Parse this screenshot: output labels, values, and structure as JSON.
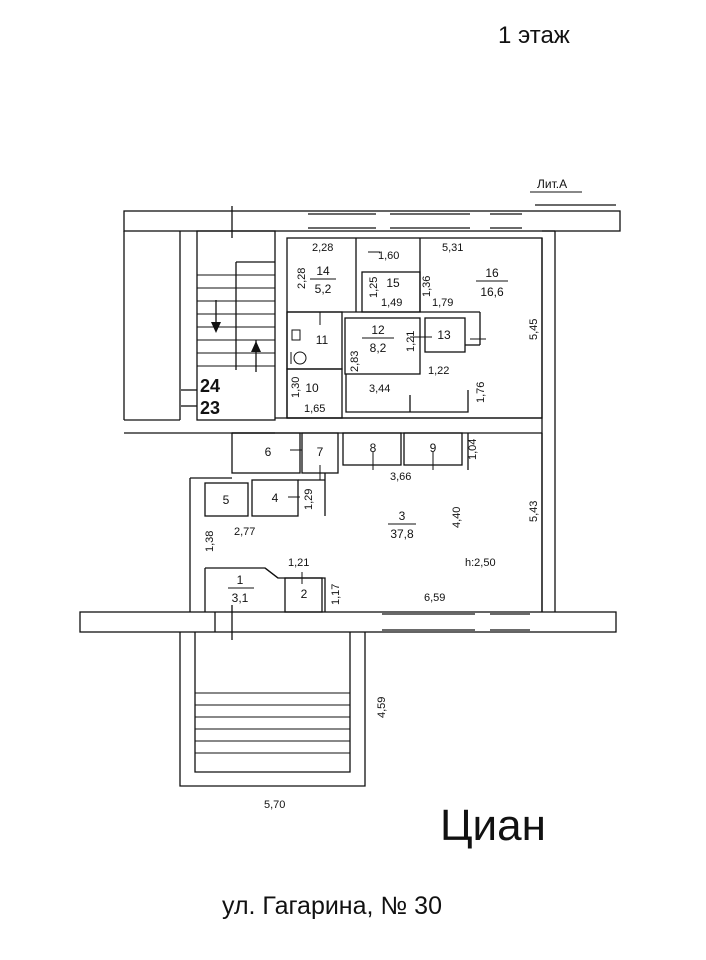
{
  "floor_title": "1 этаж",
  "lit_label": "Лит.А",
  "address": "ул. Гагарина, № 30",
  "watermark": "Циан",
  "stair_numbers": [
    "24",
    "23"
  ],
  "rooms": [
    {
      "num": "1",
      "area": "3,1"
    },
    {
      "num": "2",
      "area": ""
    },
    {
      "num": "3",
      "area": "37,8"
    },
    {
      "num": "4",
      "area": ""
    },
    {
      "num": "5",
      "area": ""
    },
    {
      "num": "6",
      "area": ""
    },
    {
      "num": "7",
      "area": ""
    },
    {
      "num": "8",
      "area": ""
    },
    {
      "num": "9",
      "area": ""
    },
    {
      "num": "10",
      "area": ""
    },
    {
      "num": "11",
      "area": ""
    },
    {
      "num": "12",
      "area": "8,2"
    },
    {
      "num": "13",
      "area": ""
    },
    {
      "num": "14",
      "area": "5,2"
    },
    {
      "num": "15",
      "area": ""
    },
    {
      "num": "16",
      "area": "16,6"
    }
  ],
  "dimensions": [
    "2,28",
    "1,60",
    "5,31",
    "2,28",
    "1,25",
    "1,36",
    "1,49",
    "1,79",
    "5,45",
    "1,21",
    "2,83",
    "3,44",
    "1,22",
    "1,76",
    "1,30",
    "1,65",
    "1,04",
    "3,66",
    "1,29",
    "5,43",
    "4,40",
    "2,77",
    "1,38",
    "1,21",
    "h:2,50",
    "1,17",
    "6,59",
    "4,59",
    "5,70"
  ]
}
